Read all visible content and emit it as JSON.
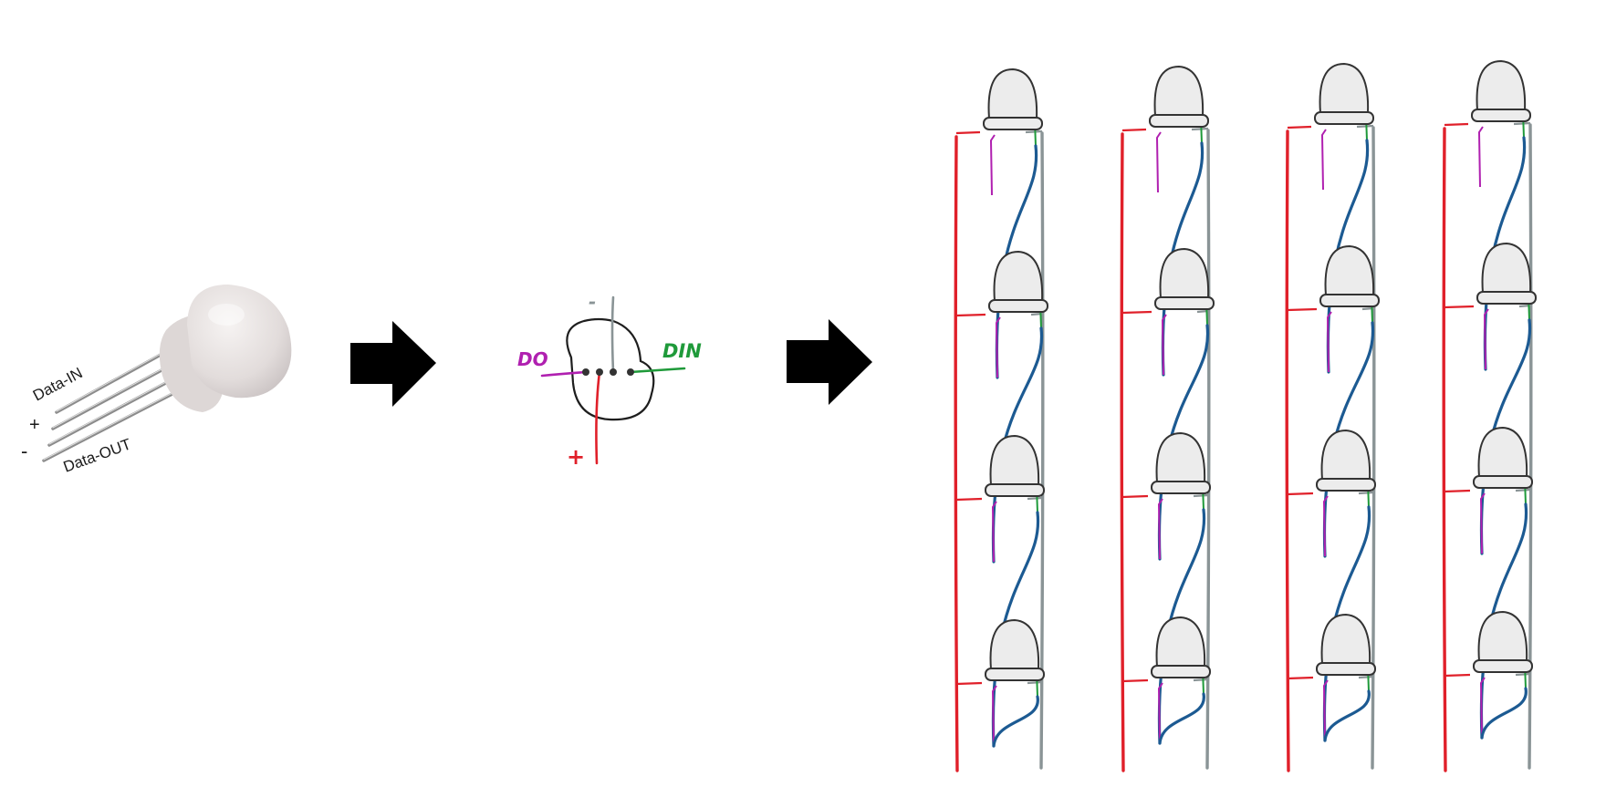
{
  "labels": {
    "data_in": "Data-IN",
    "plus": "+",
    "minus": "-",
    "data_out": "Data-OUT"
  },
  "pinout": {
    "do_label": "DO",
    "din_label": "DIN",
    "plus_label": "+",
    "minus_label": "-"
  },
  "grid": {
    "columns": 4,
    "rows": 4
  },
  "colors": {
    "plus_wire": "#e0202a",
    "minus_wire": "#8a9496",
    "data_in_wire": "#1f9a3a",
    "data_out_wire": "#b020b0",
    "chain_wire": "#1c5a92",
    "arrow": "#000000",
    "led_outline": "#333333",
    "led_body": "#ececec"
  }
}
